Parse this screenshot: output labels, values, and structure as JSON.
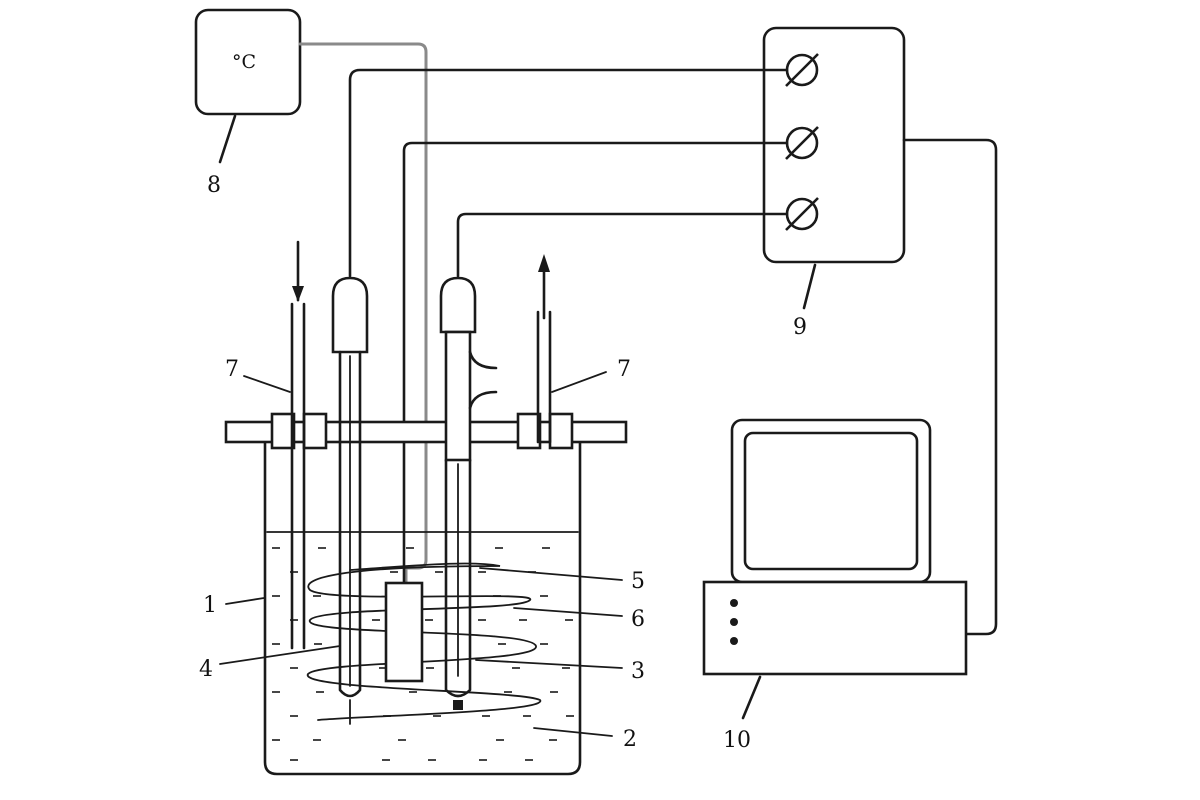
{
  "thermometer": {
    "unit_label": "°C"
  },
  "labels": {
    "beaker": "1",
    "solution": "2",
    "electrode_3": "3",
    "electrode_4": "4",
    "stirrer_5": "5",
    "sample_6": "6",
    "gas_tube_left": "7",
    "gas_tube_right": "7",
    "thermometer": "8",
    "potentiostat": "9",
    "computer": "10"
  },
  "icons": {
    "gas_in": "arrow-down-icon",
    "gas_out": "arrow-up-icon",
    "terminal": "circle-slash-icon"
  }
}
